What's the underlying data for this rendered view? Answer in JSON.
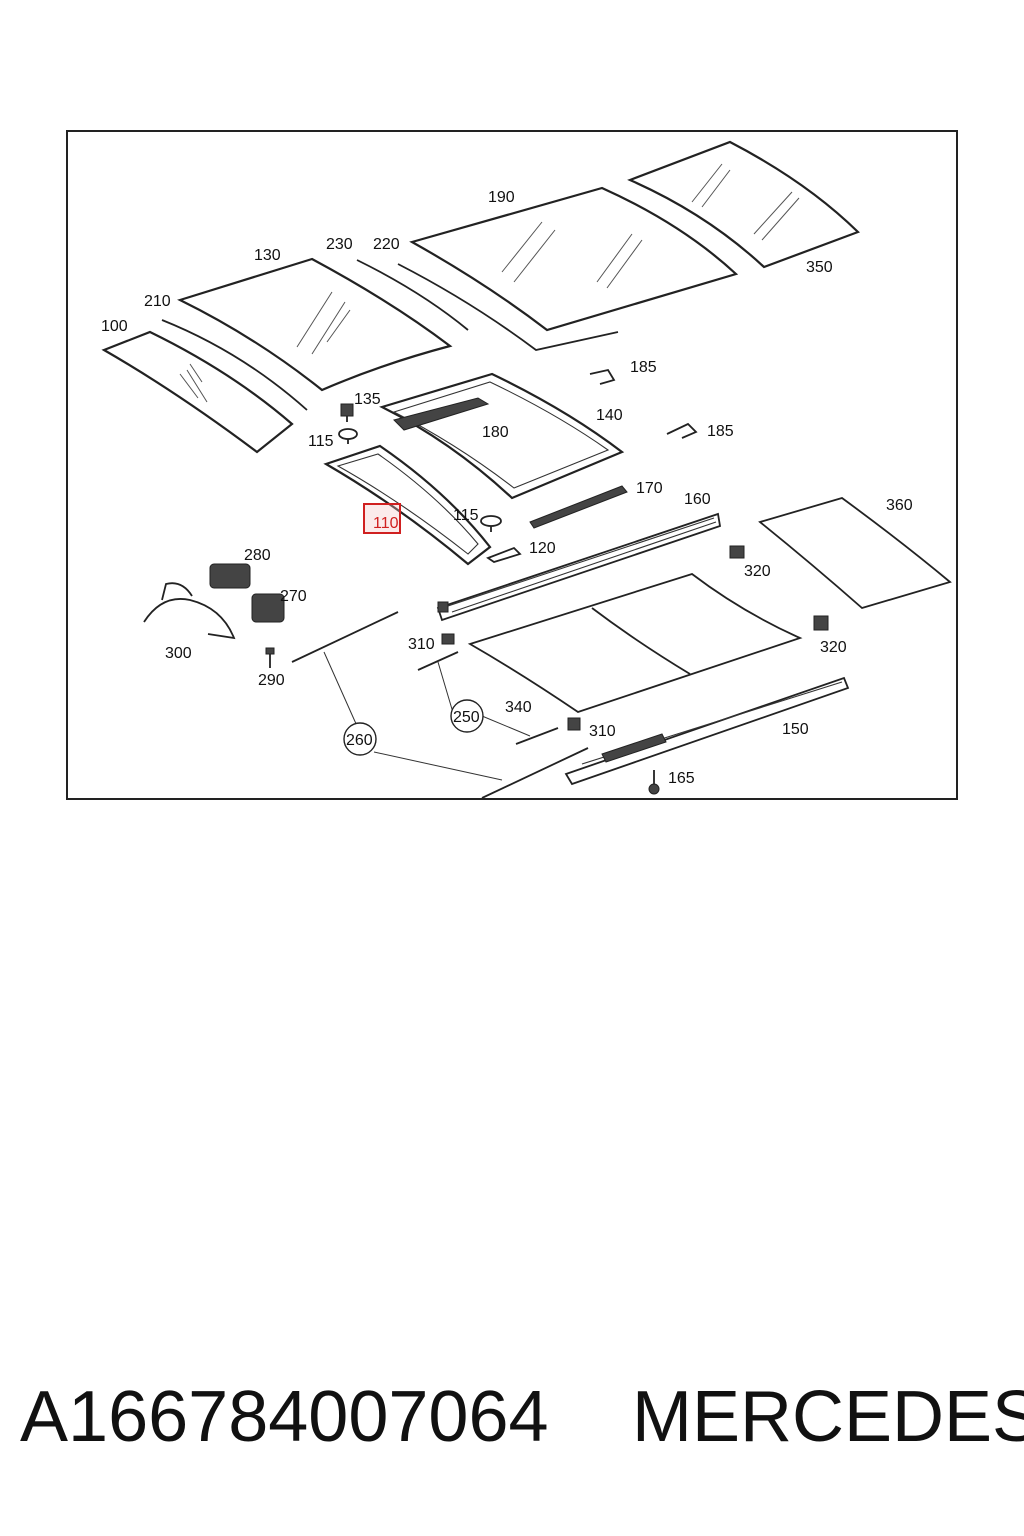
{
  "callouts": {
    "c100": "100",
    "c110": "110",
    "c115a": "115",
    "c115b": "115",
    "c120": "120",
    "c130": "130",
    "c135": "135",
    "c140": "140",
    "c150": "150",
    "c160": "160",
    "c165": "165",
    "c170": "170",
    "c180": "180",
    "c185a": "185",
    "c185b": "185",
    "c190": "190",
    "c210": "210",
    "c220": "220",
    "c230": "230",
    "c250": "250",
    "c260": "260",
    "c270": "270",
    "c280": "280",
    "c290": "290",
    "c300": "300",
    "c310a": "310",
    "c310b": "310",
    "c320a": "320",
    "c320b": "320",
    "c340": "340",
    "c350": "350",
    "c360": "360"
  },
  "highlighted_callout": "110",
  "highlight_color": "#d02020",
  "footer": {
    "part_number": "A166784007064",
    "brand": "MERCEDES"
  }
}
